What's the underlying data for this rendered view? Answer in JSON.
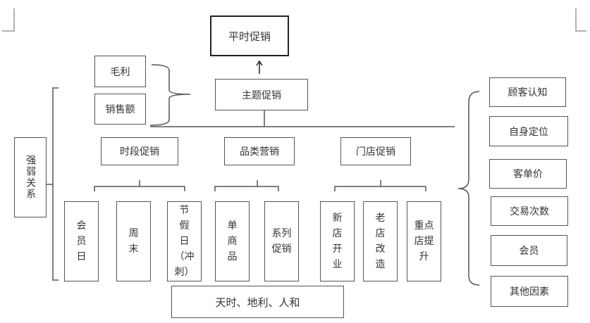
{
  "top": "平时促销",
  "theme": "主题促销",
  "metrics": [
    "毛利",
    "销售额"
  ],
  "left_label": "强弱关系",
  "categories": [
    "时段促销",
    "品类营销",
    "门店促销"
  ],
  "leaves": {
    "time": [
      {
        "lines": [
          "会",
          "员",
          "日"
        ]
      },
      {
        "lines": [
          "周",
          "末"
        ]
      },
      {
        "lines": [
          "节",
          "假",
          "日",
          "（冲",
          "刺）"
        ]
      }
    ],
    "category": [
      {
        "lines": [
          "单",
          "商",
          "品"
        ]
      },
      {
        "lines": [
          "系列",
          "促销"
        ]
      }
    ],
    "store": [
      {
        "lines": [
          "新",
          "店",
          "开",
          "业"
        ]
      },
      {
        "lines": [
          "老",
          "店",
          "改",
          "造"
        ]
      },
      {
        "lines": [
          "重点",
          "店提",
          "升"
        ]
      }
    ]
  },
  "bottom": "天时、地利、人和",
  "factors": [
    "顾客认知",
    "自身定位",
    "客单价",
    "交易次数",
    "会员",
    "其他因素"
  ]
}
